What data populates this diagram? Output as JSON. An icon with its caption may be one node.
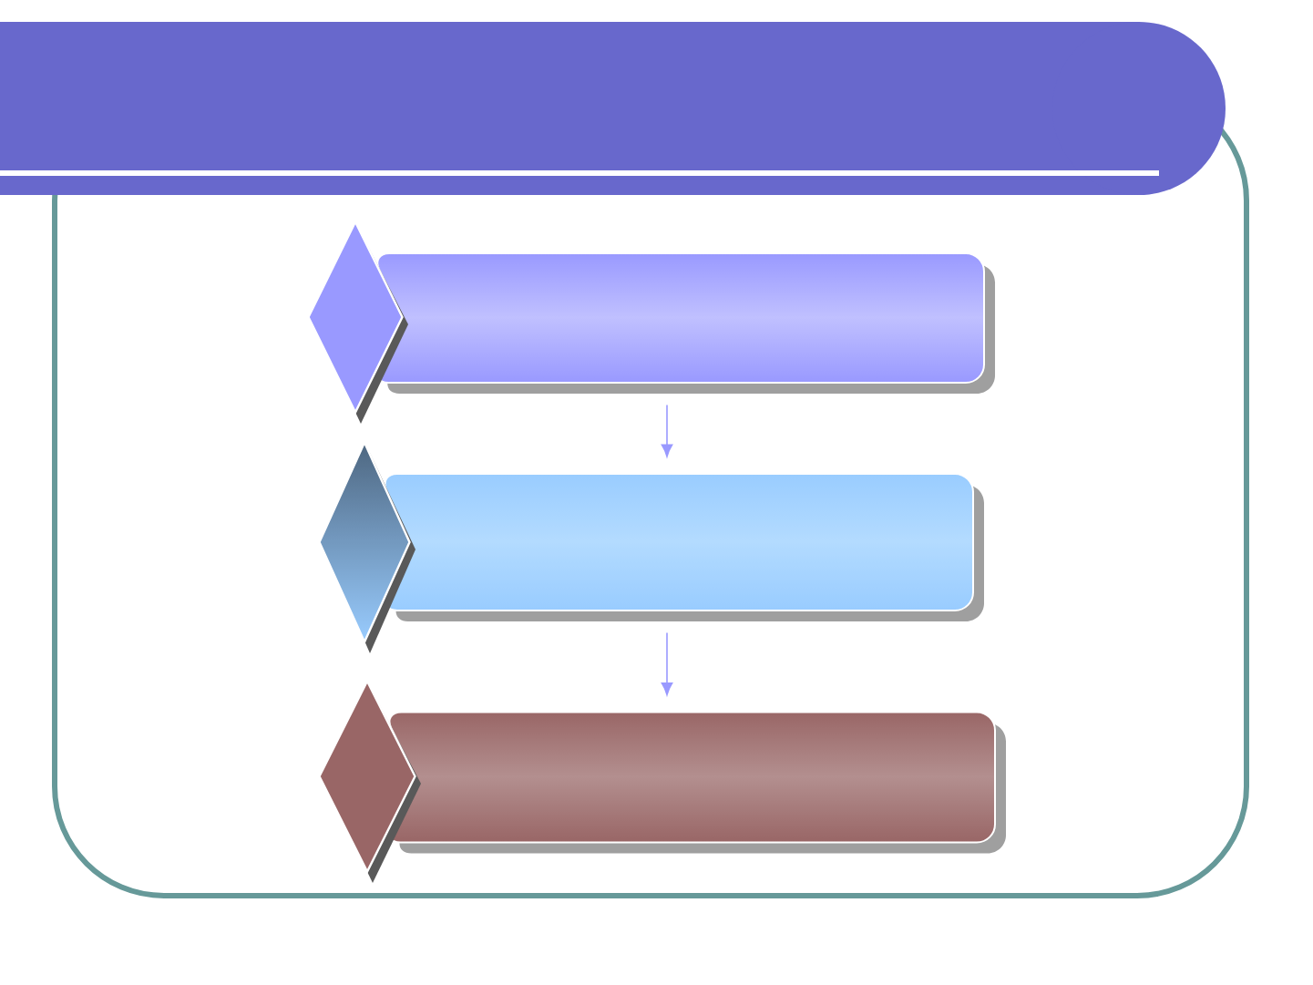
{
  "diagram": {
    "nodes": [
      {
        "text": [],
        "shape": "box"
      },
      {
        "text": [],
        "shape": "diamond"
      },
      {
        "text": [],
        "shape": "box"
      },
      {
        "text": [],
        "shape": "diamond"
      },
      {
        "text": [],
        "shape": "box"
      },
      {
        "text": [],
        "shape": "diamond"
      }
    ],
    "edges": [
      {
        "from": 0,
        "to": 2,
        "arrow": "to"
      },
      {
        "from": 2,
        "to": 4,
        "arrow": "to"
      }
    ]
  }
}
